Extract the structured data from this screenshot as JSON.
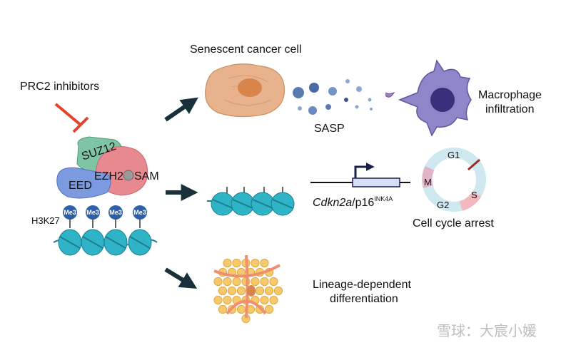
{
  "labels": {
    "prc2_inhibitors": "PRC2 inhibitors",
    "senescent_cancer_cell": "Senescent cancer cell",
    "sasp": "SASP",
    "macrophage_line1": "Macrophage",
    "macrophage_line2": "infiltration",
    "suz12": "SUZ12",
    "ezh2": "EZH2",
    "eed": "EED",
    "sam": "SAM",
    "h3k27": "H3K27",
    "me3": "Me3",
    "gene_name": "Cdkn2a",
    "gene_slash": "/p16",
    "gene_superscript": "INK4A",
    "cell_cycle_arrest": "Cell cycle arrest",
    "phase_g1": "G1",
    "phase_s": "S",
    "phase_g2": "G2",
    "phase_m": "M",
    "lineage_line1": "Lineage-dependent",
    "lineage_line2": "differentiation",
    "watermark": "雪球：大宸小媛"
  },
  "colors": {
    "inhibitor_red": "#e8412b",
    "arrow_dark": "#17303a",
    "cell_body": "#e8b38c",
    "nucleus": "#d9844a",
    "macrophage": "#8e86c9",
    "suz12": "#7fc4a4",
    "ezh2": "#e7898f",
    "eed": "#7b9ae0",
    "nucleosome": "#2fb3c6",
    "me3_marker": "#2f5fa8",
    "fat_droplet": "#f6c96a"
  }
}
